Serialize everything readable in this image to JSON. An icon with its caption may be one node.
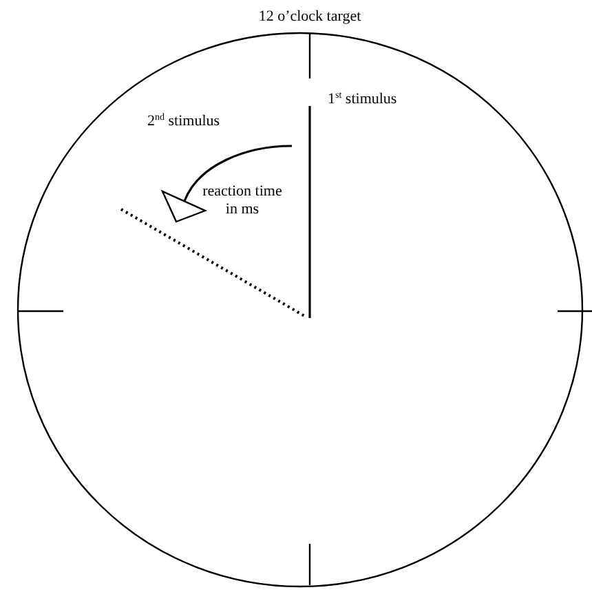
{
  "diagram": {
    "labels": [
      "12 o’clock target",
      "1$^{st}$ stimulus",
      "2$^{nd}$ stimulus",
      "reaction time in ms"
    ]
  }
}
